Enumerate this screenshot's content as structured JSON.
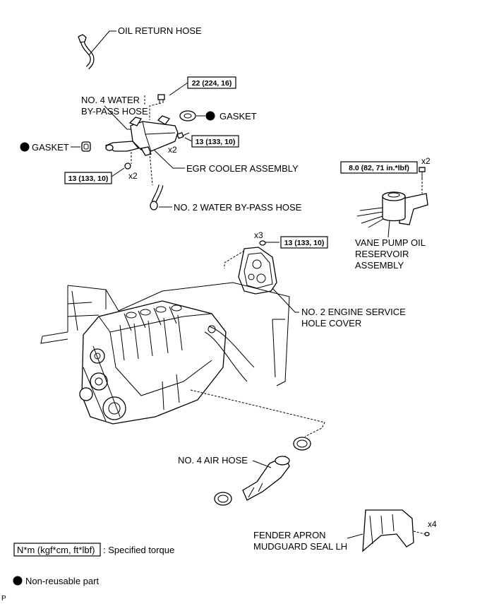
{
  "labels": {
    "oil_return_hose": "OIL RETURN HOSE",
    "no4_water_bypass_line1": "NO. 4 WATER",
    "no4_water_bypass_line2": "BY-PASS HOSE",
    "gasket_right": "GASKET",
    "gasket_left": "GASKET",
    "egr_cooler": "EGR COOLER ASSEMBLY",
    "no2_water_bypass": "NO. 2 WATER BY-PASS HOSE",
    "vane_pump_line1": "VANE PUMP OIL",
    "vane_pump_line2": "RESERVOIR",
    "vane_pump_line3": "ASSEMBLY",
    "no2_engine_service_line1": "NO. 2 ENGINE SERVICE",
    "no2_engine_service_line2": "HOLE COVER",
    "no4_air_hose": "NO. 4 AIR HOSE",
    "fender_apron_line1": "FENDER APRON",
    "fender_apron_line2": "MUDGUARD SEAL LH"
  },
  "torques": {
    "egr_top": "22 (224, 16)",
    "egr_right": "13 (133, 10)",
    "egr_left": "13 (133, 10)",
    "vane_pump": "8.0 (82, 71 in.*lbf)",
    "service_cover": "13 (133, 10)"
  },
  "quantities": {
    "egr_right_x": "x2",
    "egr_left_x": "x2",
    "vane_pump_x": "x2",
    "service_cover_x": "x3",
    "fender_x": "x4"
  },
  "legend": {
    "torque_box": "N*m (kgf*cm, ft*lbf)",
    "torque_text": ": Specified torque",
    "nonreusable_text": "Non-reusable part"
  },
  "corner_mark": "P"
}
